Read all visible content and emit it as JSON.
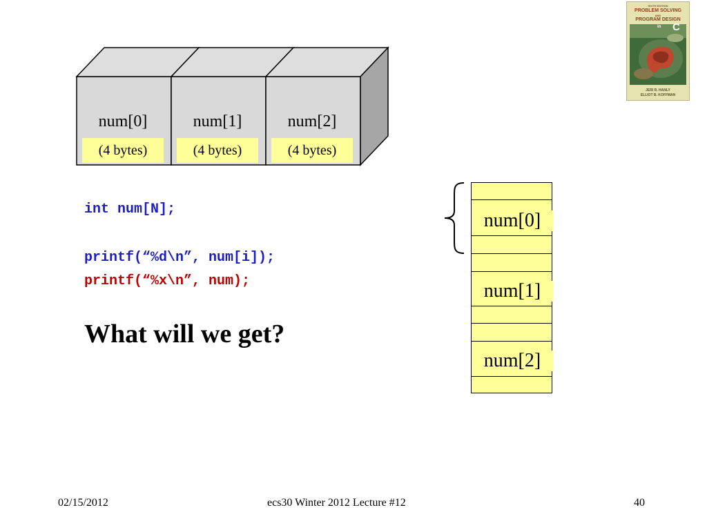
{
  "array_boxes": [
    {
      "label": "num[0]",
      "size": "(4 bytes)"
    },
    {
      "label": "num[1]",
      "size": "(4 bytes)"
    },
    {
      "label": "num[2]",
      "size": "(4 bytes)"
    }
  ],
  "code": {
    "line1": "int num[N];",
    "line2": "printf(“%d\\n”, num[i]);",
    "line3": "printf(“%x\\n”, num);"
  },
  "question": "What will we get?",
  "memory_column": {
    "labels": [
      "num[0]",
      "num[1]",
      "num[2]"
    ]
  },
  "book_cover": {
    "title_line1": "PROBLEM SOLVING",
    "title_and": "AND",
    "title_line2": "PROGRAM DESIGN",
    "title_in": "in",
    "title_c": "C",
    "edition": "SIXTH EDITION",
    "author1": "JERI R. HANLY",
    "author2": "ELLIOT B. KOFFMAN"
  },
  "footer": {
    "date": "02/15/2012",
    "course": "ecs30 Winter 2012 Lecture #12",
    "page": "40"
  },
  "colors": {
    "highlight": "#ffff99",
    "code_blue": "#1c1cc4",
    "code_red": "#c00000",
    "box_front": "#d9d9d9",
    "box_side": "#a6a6a6"
  }
}
